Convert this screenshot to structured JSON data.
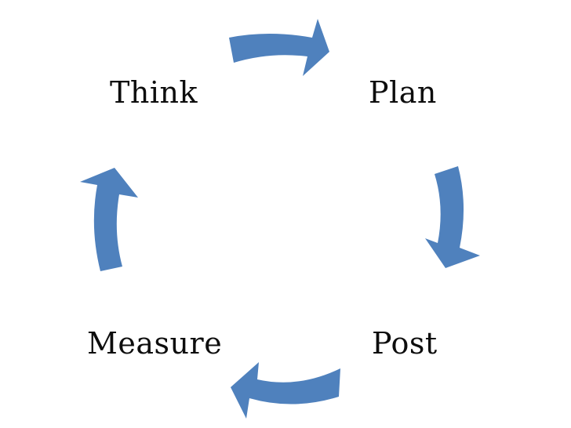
{
  "diagram": {
    "steps": [
      {
        "id": "think",
        "label": "Think"
      },
      {
        "id": "plan",
        "label": "Plan"
      },
      {
        "id": "post",
        "label": "Post"
      },
      {
        "id": "measure",
        "label": "Measure"
      }
    ],
    "arrow_color": "#4f81bd"
  }
}
